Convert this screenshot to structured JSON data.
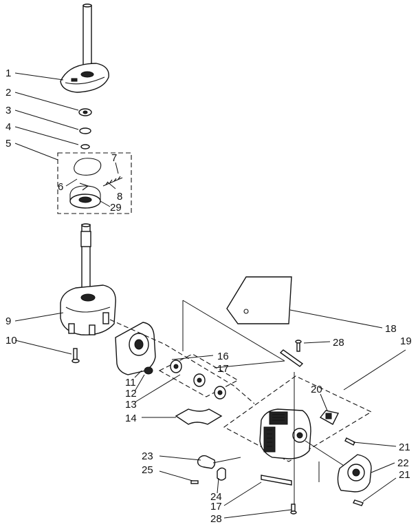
{
  "diagram": {
    "callouts": {
      "c1": "1",
      "c2": "2",
      "c3": "3",
      "c4": "4",
      "c5": "5",
      "c6": "6",
      "c7": "7",
      "c8": "8",
      "c29": "29",
      "c9": "9",
      "c10": "10",
      "c11": "11",
      "c12": "12",
      "c13": "13",
      "c14": "14",
      "c16": "16",
      "c17a": "17",
      "c18": "18",
      "c19": "19",
      "c20": "20",
      "c28a": "28",
      "c21a": "21",
      "c22": "22",
      "c21b": "21",
      "c23": "23",
      "c25": "25",
      "c24": "24",
      "c17b": "17",
      "c28b": "28"
    }
  }
}
